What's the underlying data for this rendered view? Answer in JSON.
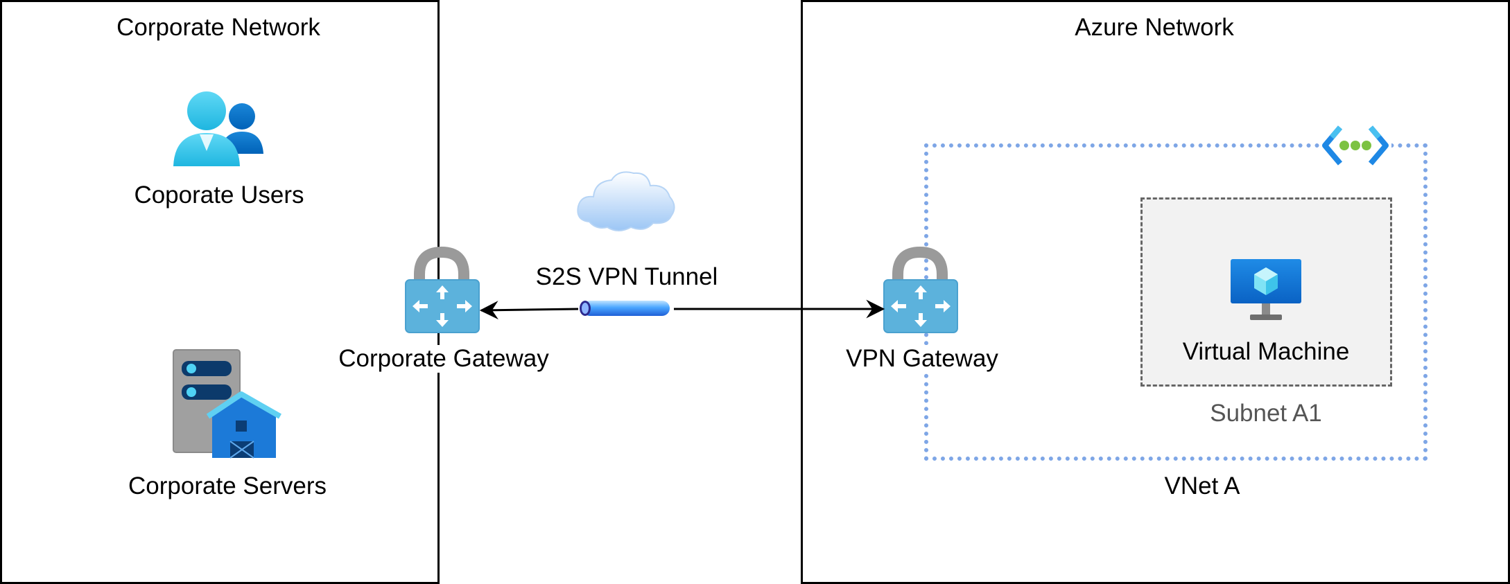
{
  "corporate_network": {
    "title": "Corporate Network",
    "users_label": "Coporate Users",
    "servers_label": "Corporate Servers",
    "gateway_label": "Corporate Gateway"
  },
  "tunnel": {
    "label": "S2S VPN Tunnel"
  },
  "azure_network": {
    "title": "Azure Network",
    "vpn_gateway_label": "VPN Gateway",
    "vnet_label": "VNet A",
    "subnet_label": "Subnet A1",
    "vm_label": "Virtual Machine"
  },
  "icons": {
    "users": "users-icon",
    "server": "server-farm-icon",
    "gateway": "vpn-gateway-lock-icon",
    "cloud": "cloud-icon",
    "tunnel": "pipe-tunnel-icon",
    "vnet": "virtual-network-icon",
    "vm": "virtual-machine-icon"
  },
  "colors": {
    "vnet_border": "#7ea6e6",
    "subnet_fill": "#f2f2f2",
    "gateway_fill": "#5fb3e0",
    "azure_blue": "#0078d4"
  }
}
